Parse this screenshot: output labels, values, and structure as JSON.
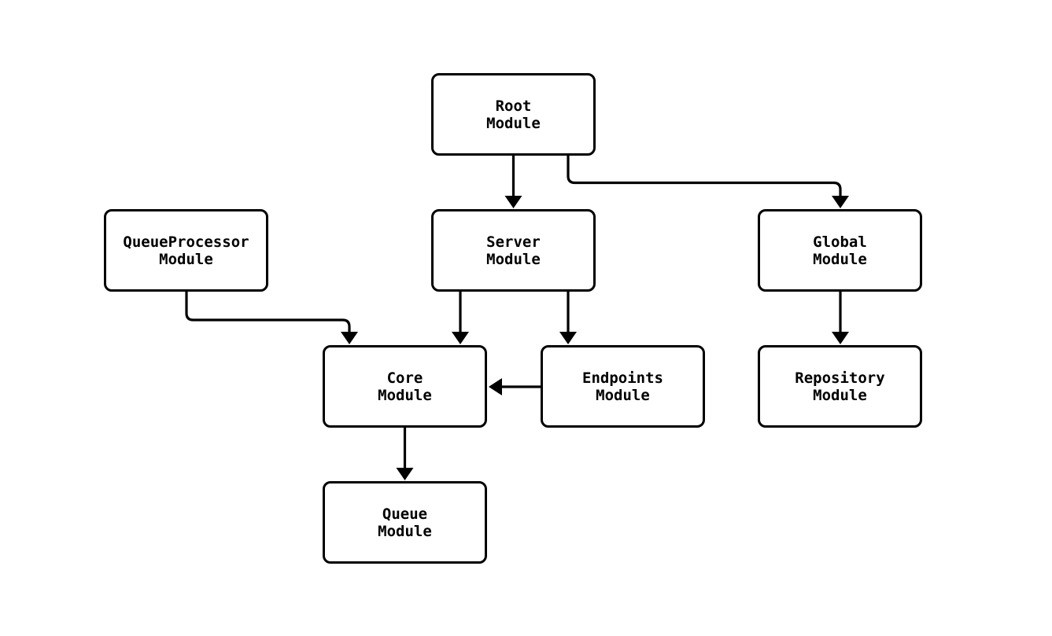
{
  "diagram": {
    "type": "flowchart",
    "background_color": "#ffffff",
    "node_fill_color": "#ffffff",
    "node_border_color": "#000000",
    "edge_color": "#000000",
    "text_color": "#000000",
    "nodes": {
      "root": {
        "label": "Root\nModule"
      },
      "server": {
        "label": "Server\nModule"
      },
      "queueprocessor": {
        "label": "QueueProcessor\nModule"
      },
      "global": {
        "label": "Global\nModule"
      },
      "core": {
        "label": "Core\nModule"
      },
      "endpoints": {
        "label": "Endpoints\nModule"
      },
      "repository": {
        "label": "Repository\nModule"
      },
      "queue": {
        "label": "Queue\nModule"
      }
    },
    "edges": [
      {
        "from": "Root Module",
        "to": "Server Module"
      },
      {
        "from": "Root Module",
        "to": "Global Module"
      },
      {
        "from": "QueueProcessor Module",
        "to": "Core Module"
      },
      {
        "from": "Server Module",
        "to": "Core Module"
      },
      {
        "from": "Server Module",
        "to": "Endpoints Module"
      },
      {
        "from": "Endpoints Module",
        "to": "Core Module"
      },
      {
        "from": "Global Module",
        "to": "Repository Module"
      },
      {
        "from": "Core Module",
        "to": "Queue Module"
      }
    ]
  }
}
